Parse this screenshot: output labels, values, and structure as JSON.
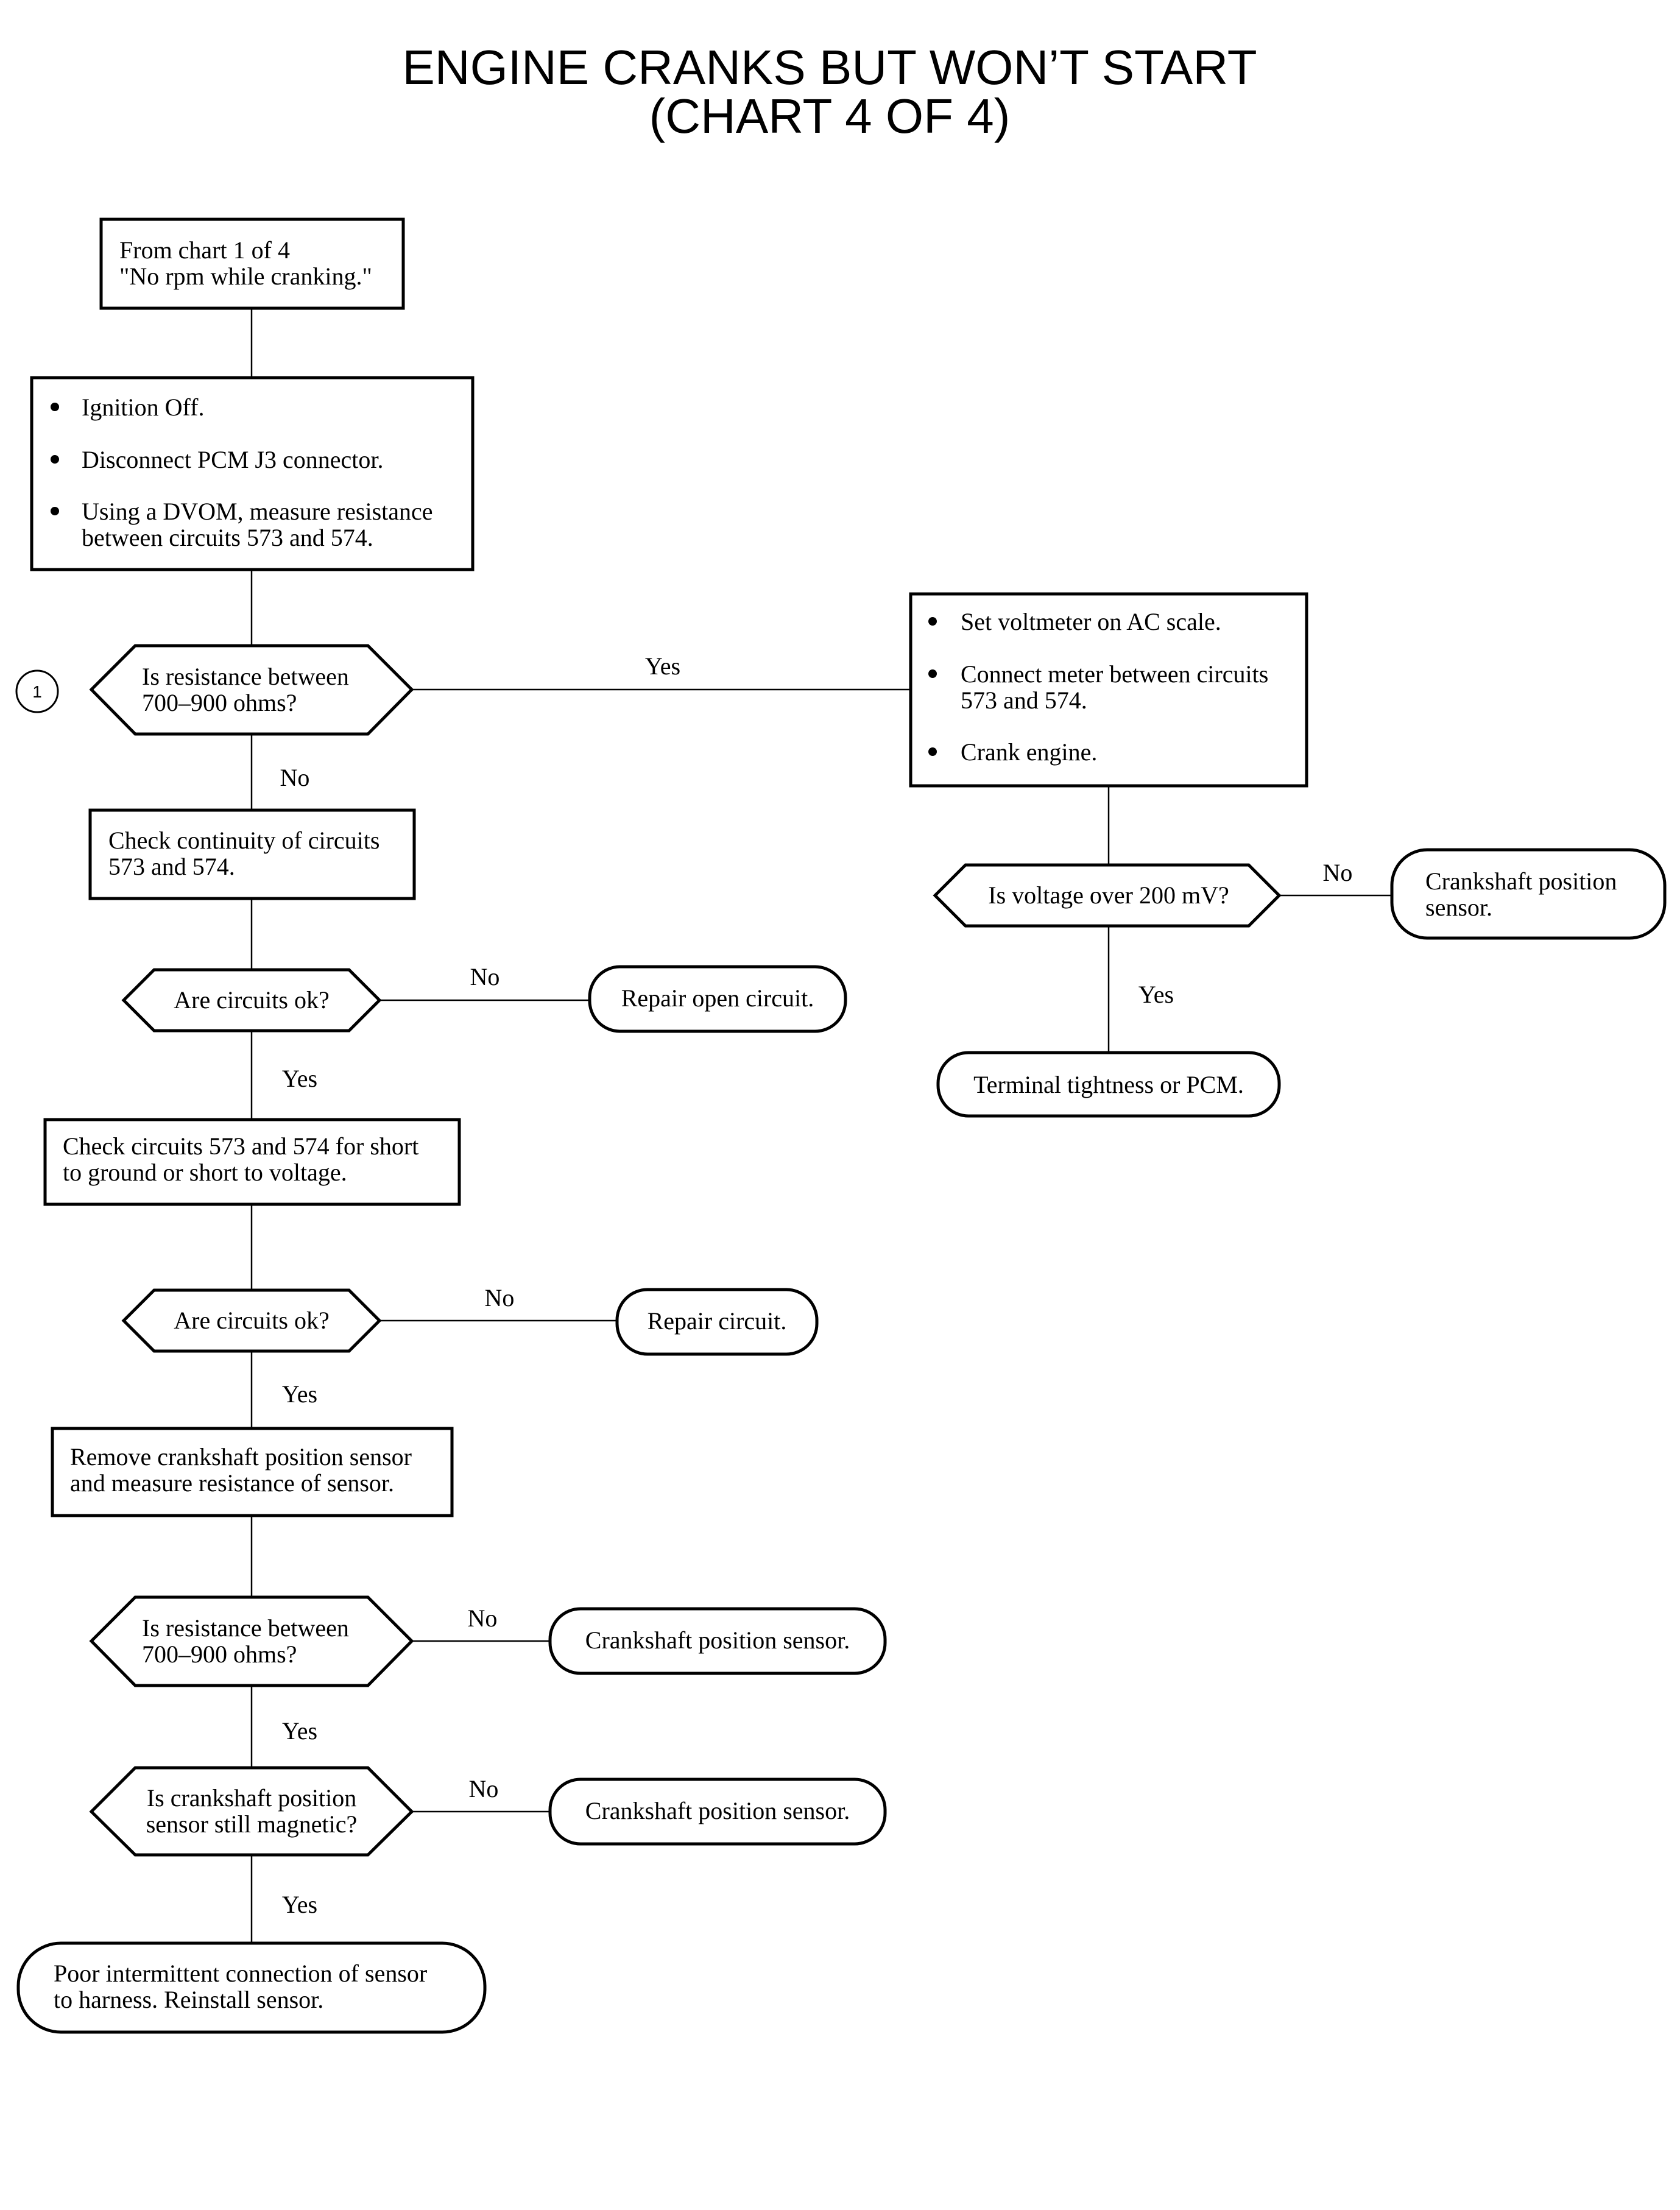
{
  "title": {
    "line1": "ENGINE CRANKS BUT WON’T START",
    "line2": "(CHART 4 OF 4)"
  },
  "start": {
    "line1": "From chart 1 of 4",
    "line2": "\"No rpm while cranking.\""
  },
  "step1": {
    "bullet1": "Ignition Off.",
    "bullet2": "Disconnect PCM J3 connector.",
    "bullet3_line1": "Using a DVOM, measure resistance",
    "bullet3_line2": "between circuits 573 and 574."
  },
  "marker1": "1",
  "decision1": {
    "line1": "Is resistance between",
    "line2": "700–900 ohms?",
    "yes": "Yes",
    "no": "No"
  },
  "step_voltage": {
    "bullet1": "Set voltmeter on AC scale.",
    "bullet2_line1": "Connect meter between circuits",
    "bullet2_line2": "573 and 574.",
    "bullet3": "Crank engine."
  },
  "decision_voltage": {
    "text": "Is voltage over 200 mV?",
    "no": "No",
    "yes": "Yes"
  },
  "result_ckp_sensor_top": {
    "line1": "Crankshaft position",
    "line2": "sensor."
  },
  "result_terminal": "Terminal tightness or PCM.",
  "step_continuity": {
    "line1": "Check continuity of circuits",
    "line2": "573 and 574."
  },
  "decision2": {
    "text": "Are circuits ok?",
    "no": "No",
    "yes": "Yes"
  },
  "result_open": "Repair open circuit.",
  "step_short": {
    "line1": "Check circuits 573 and 574 for short",
    "line2": "to ground or short to voltage."
  },
  "decision3": {
    "text": "Are circuits ok?",
    "no": "No",
    "yes": "Yes"
  },
  "result_repair": "Repair circuit.",
  "step_remove": {
    "line1": "Remove crankshaft position sensor",
    "line2": "and measure resistance of sensor."
  },
  "decision4": {
    "line1": "Is resistance between",
    "line2": "700–900 ohms?",
    "no": "No",
    "yes": "Yes"
  },
  "result_ckp1": "Crankshaft position sensor.",
  "decision5": {
    "line1": "Is crankshaft position",
    "line2": "sensor still magnetic?",
    "no": "No",
    "yes": "Yes"
  },
  "result_ckp2": "Crankshaft position sensor.",
  "result_final": {
    "line1": "Poor intermittent connection of sensor",
    "line2": "to harness. Reinstall sensor."
  }
}
